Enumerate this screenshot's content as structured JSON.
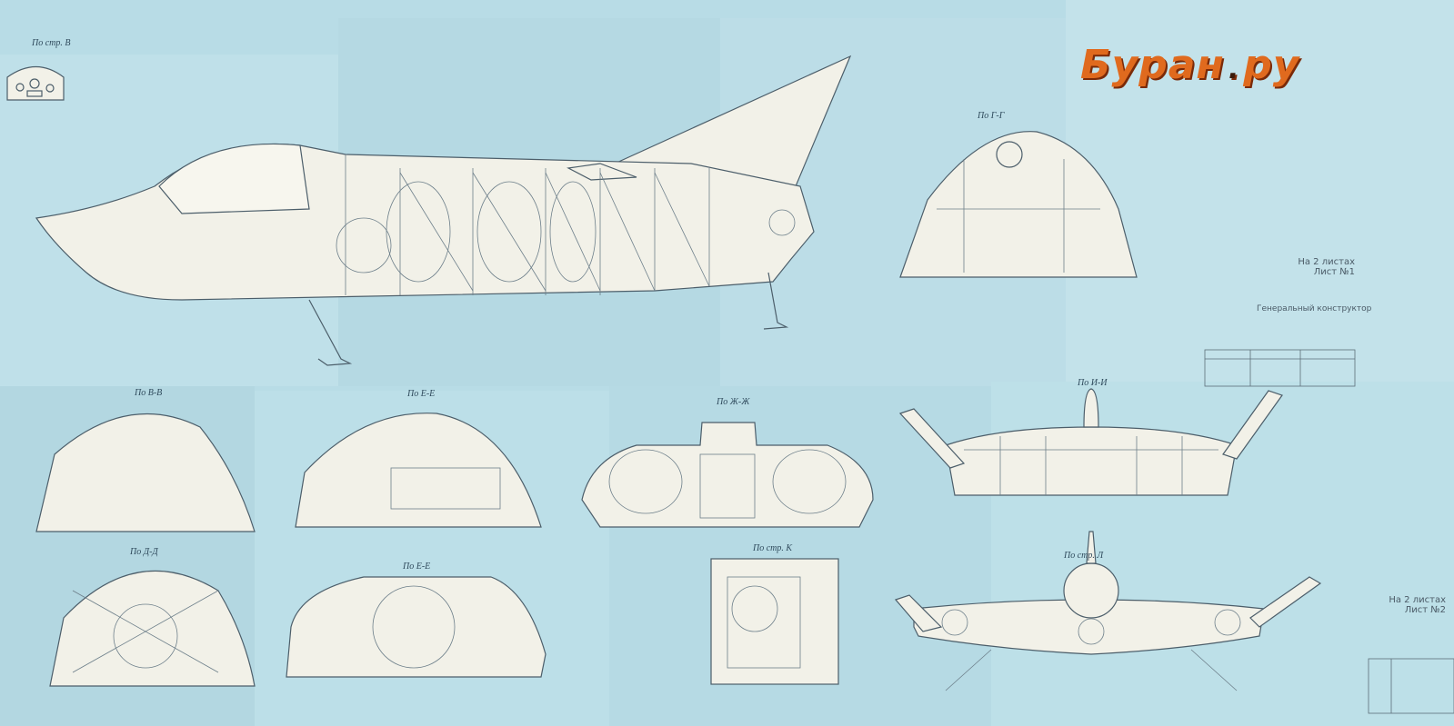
{
  "site_logo": {
    "left": "Буран",
    "right": "ру",
    "separator": "."
  },
  "views": {
    "top_left": "По стр. В",
    "section_gg": "По Г-Г",
    "section_vv": "По В-В",
    "section_dd": "По Д-Д",
    "section_ee": "По Е-Е",
    "section_gz": "По Е-Е",
    "section_zhzh": "По Ж-Ж",
    "section_ii": "По И-И",
    "view_k": "По стр. К",
    "view_l": "По стр. Л"
  },
  "sheet_marks": {
    "sheets_1": "На 2 листах  Лист №1",
    "sheets_2": "На 2 листах  Лист №2",
    "designer": "Генеральный конструктор"
  },
  "colors": {
    "paper": "#b8dce6",
    "drawing_fill": "#f2f1e8",
    "line": "#4c5e6a",
    "logo": "#e06a1e"
  }
}
